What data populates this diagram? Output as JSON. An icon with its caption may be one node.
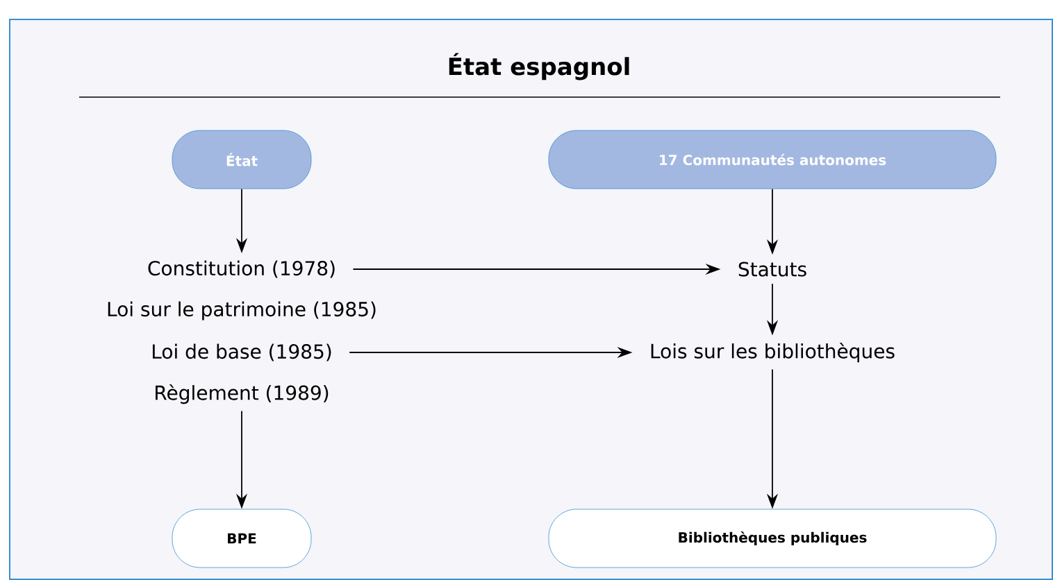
{
  "diagram": {
    "title": "État espagnol",
    "nodes": [
      {
        "text": [
          "État"
        ]
      },
      {
        "text": [
          "17 Communautés autonomes"
        ]
      },
      {
        "text": [
          "Constitution (1978)"
        ]
      },
      {
        "text": [
          "Loi sur le patrimoine (1985)"
        ]
      },
      {
        "text": [
          "Loi de base (1985)"
        ]
      },
      {
        "text": [
          "Règlement (1989)"
        ]
      },
      {
        "text": [
          "Statuts"
        ]
      },
      {
        "text": [
          "Lois sur les bibliothèques"
        ]
      },
      {
        "text": [
          "BPE"
        ]
      },
      {
        "text": [
          "Bibliothèques publiques"
        ]
      }
    ],
    "edges": [
      {
        "from": 0,
        "to": 2,
        "arrow": "to"
      },
      {
        "from": 1,
        "to": 6,
        "arrow": "to"
      },
      {
        "from": 2,
        "to": 6,
        "arrow": "to"
      },
      {
        "from": 6,
        "to": 7,
        "arrow": "to"
      },
      {
        "from": 4,
        "to": 7,
        "arrow": "to"
      },
      {
        "from": 5,
        "to": 8,
        "arrow": "to"
      },
      {
        "from": 7,
        "to": 9,
        "arrow": "to"
      }
    ]
  }
}
